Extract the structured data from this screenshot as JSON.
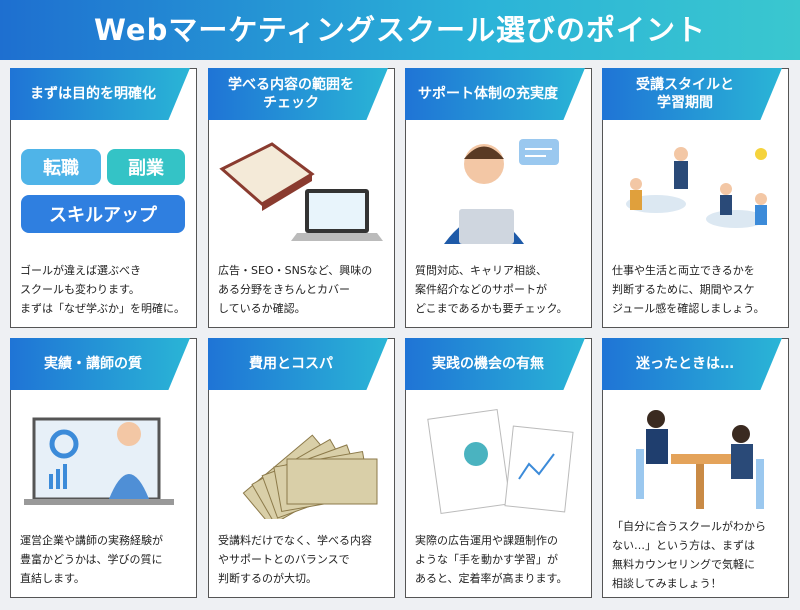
{
  "title": "Webマーケティングスクール選びのポイント",
  "cards": [
    {
      "heading": "まずは目的を明確化",
      "body": "ゴールが違えば選ぶべき\nスクールも変わります。\nまずは「なぜ学ぶか」を明確に。",
      "tags": [
        "転職",
        "副業",
        "スキルアップ"
      ]
    },
    {
      "heading": "学べる内容の範囲を\nチェック",
      "body": "広告・SEO・SNSなど、興味の\nある分野をきちんとカバー\nしているか確認。"
    },
    {
      "heading": "サポート体制の充実度",
      "body": "質問対応、キャリア相談、\n案件紹介などのサポートが\nどこまであるかも要チェック。"
    },
    {
      "heading": "受講スタイルと\n学習期間",
      "body": "仕事や生活と両立できるかを\n判断するために、期間やスケ\nジュール感を確認しましょう。"
    },
    {
      "heading": "実績・講師の質",
      "body": "運営企業や講師の実務経験が\n豊富かどうかは、学びの質に\n直結します。"
    },
    {
      "heading": "費用とコスパ",
      "body": "受講料だけでなく、学べる内容\nやサポートとのバランスで\n判断するのが大切。"
    },
    {
      "heading": "実践の機会の有無",
      "body": "実際の広告運用や課題制作の\nような「手を動かす学習」が\nあると、定着率が高まります。"
    },
    {
      "heading": "迷ったときは…",
      "body": "「自分に合うスクールがわから\nない…」という方は、まずは\n無料カウンセリングで気軽に\n相談してみましょう！"
    }
  ]
}
